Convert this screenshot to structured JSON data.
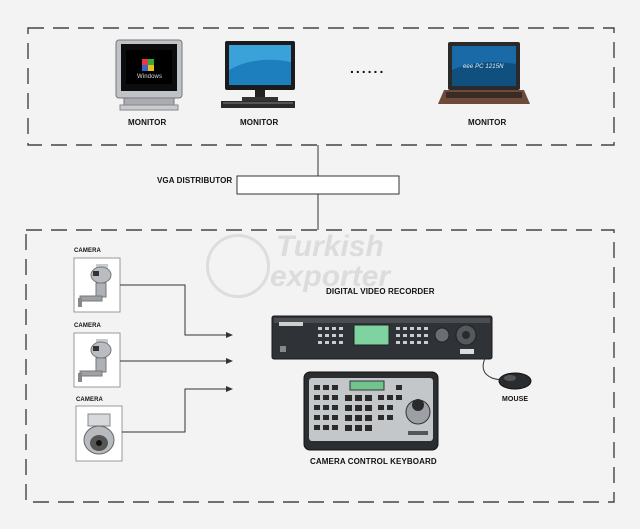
{
  "monitors": [
    {
      "label": "MONITOR"
    },
    {
      "label": "MONITOR"
    },
    {
      "label": "MONITOR"
    }
  ],
  "ellipsis": "......",
  "laptop_screen_text": "eee PC 1215N",
  "win_logo_text": "Windows",
  "vga": {
    "label": "VGA DISTRIBUTOR"
  },
  "cameras": [
    {
      "label": "CAMERA"
    },
    {
      "label": "CAMERA"
    },
    {
      "label": "CAMERA"
    }
  ],
  "dvr": {
    "label": "DIGITAL VIDEO RECORDER"
  },
  "keyboard": {
    "label": "CAMERA CONTROL KEYBOARD"
  },
  "mouse": {
    "label": "MOUSE"
  },
  "watermark": {
    "line1": "Turkish",
    "line2": "exporter"
  },
  "colors": {
    "line": "#333333",
    "dash": "#444444"
  }
}
